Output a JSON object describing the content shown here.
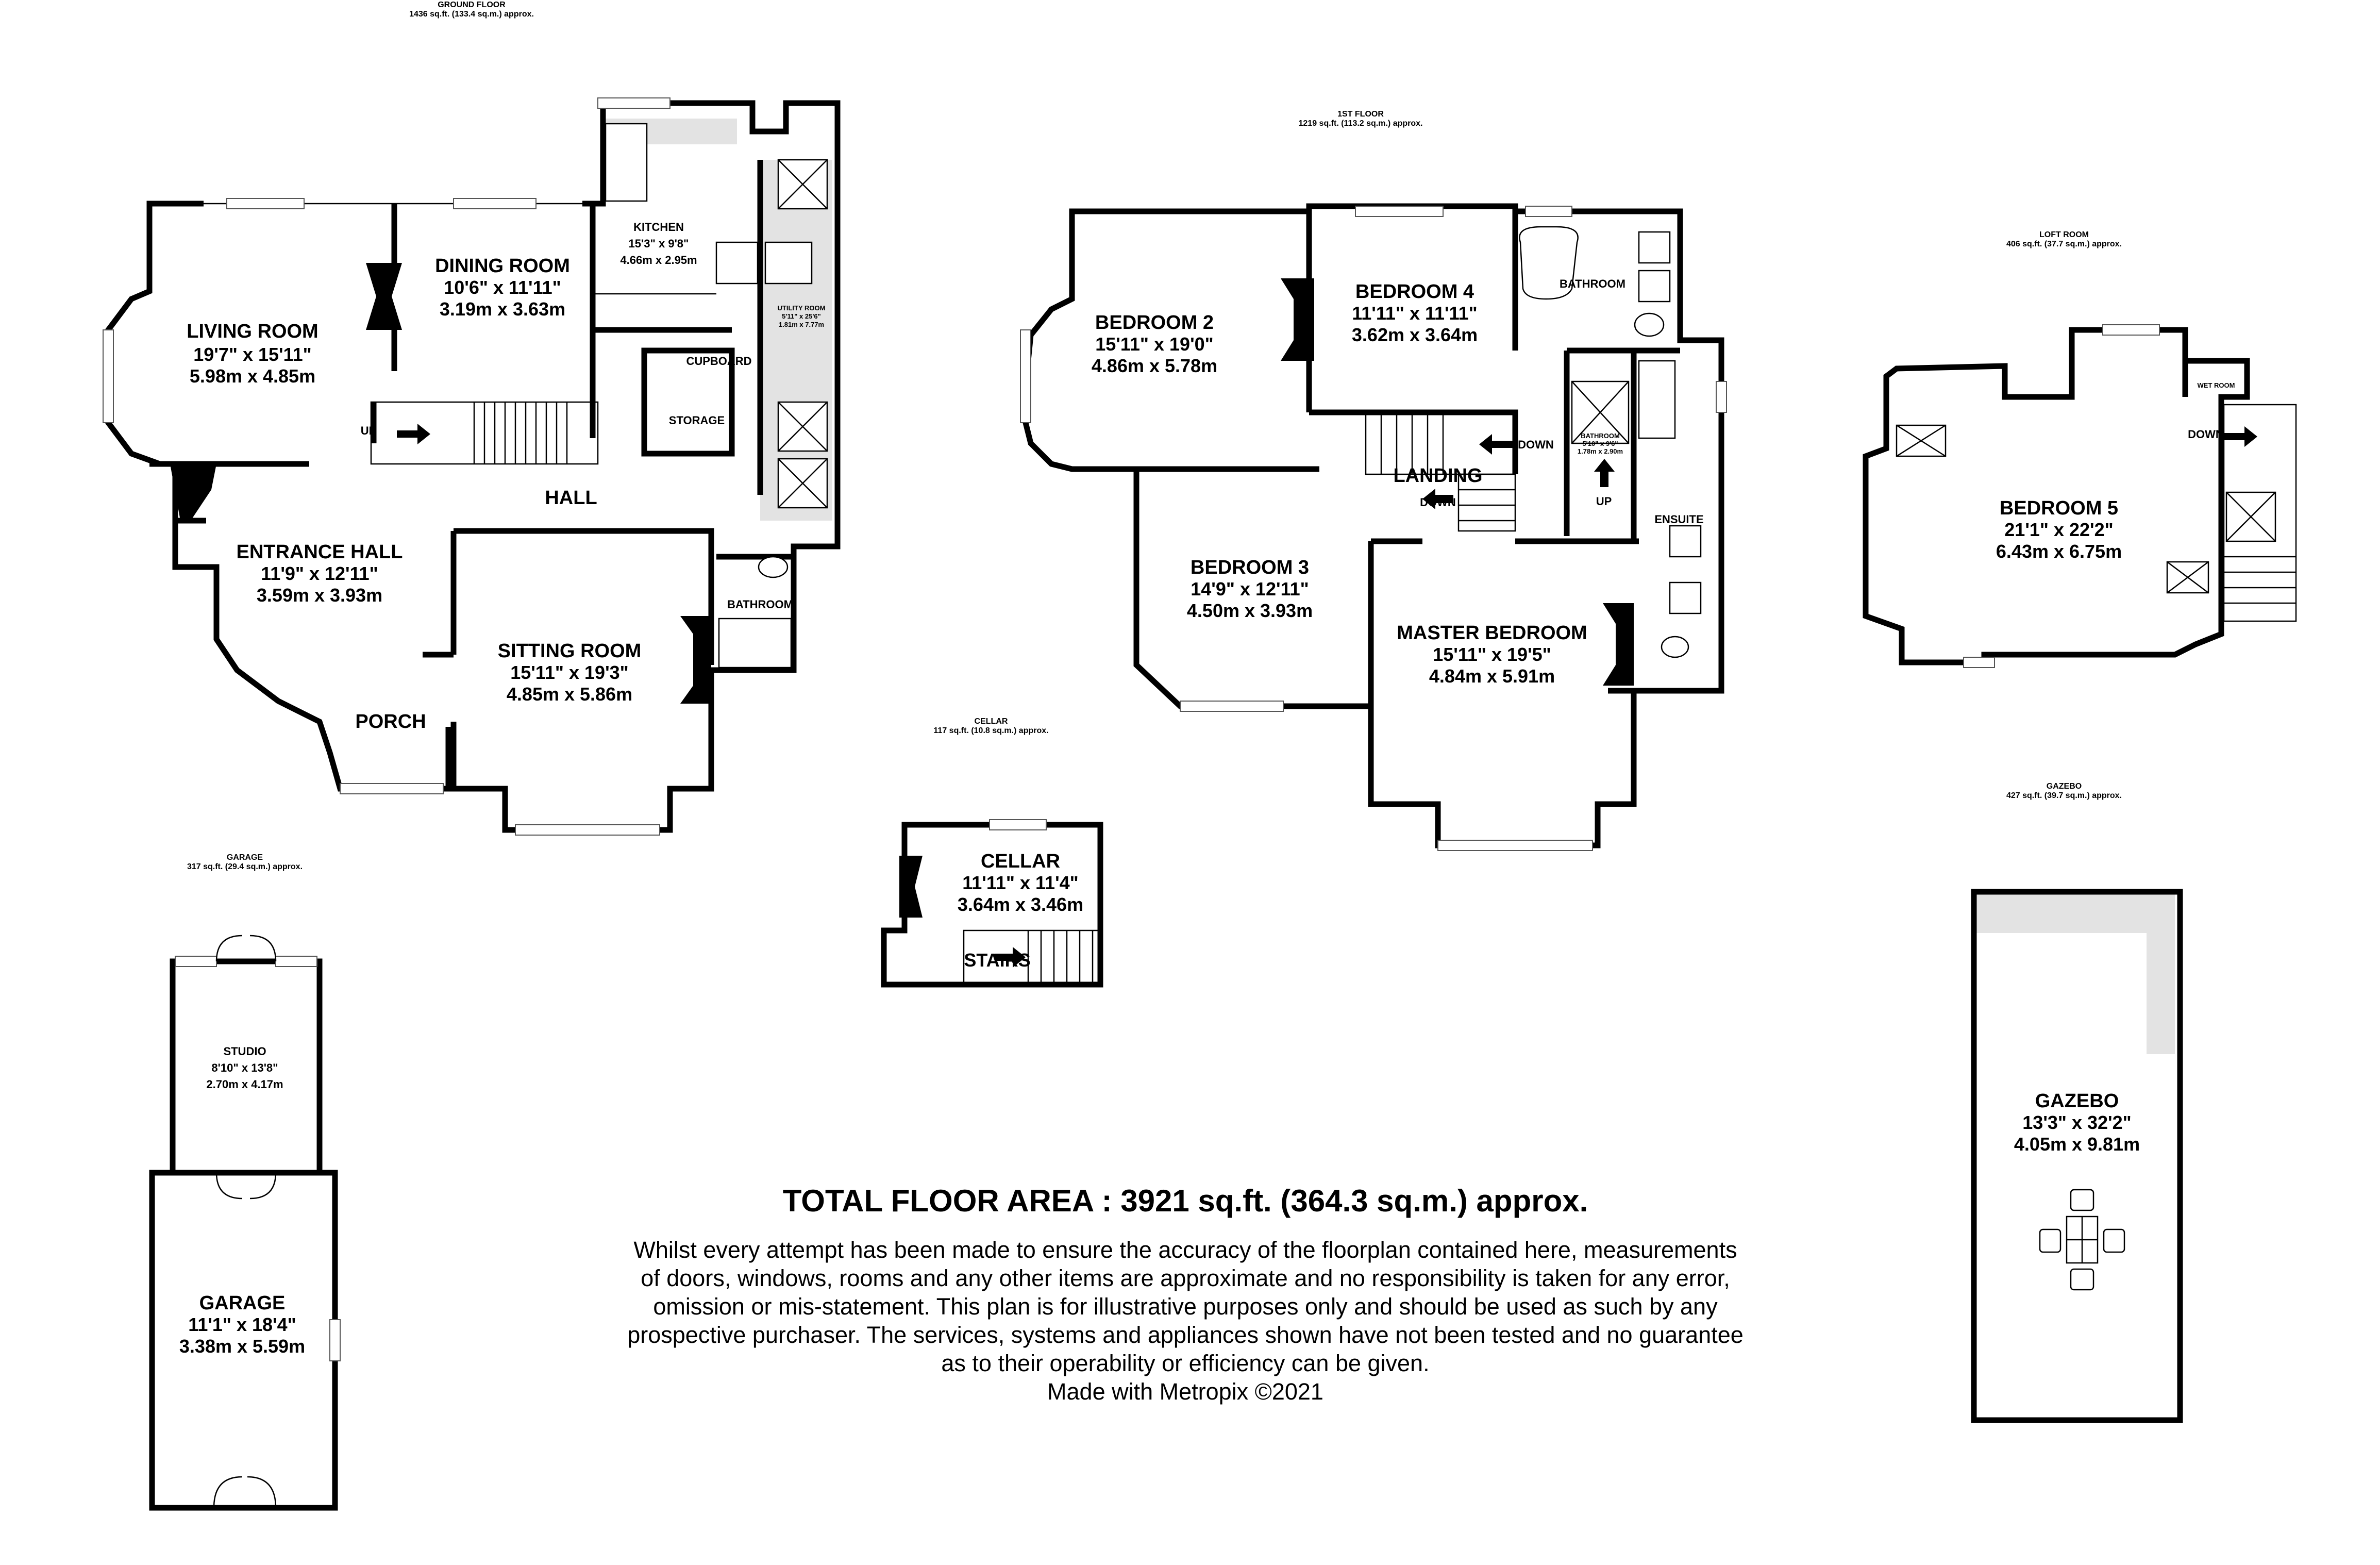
{
  "headers": {
    "ground": {
      "title": "GROUND FLOOR",
      "area": "1436 sq.ft. (133.4 sq.m.) approx."
    },
    "first": {
      "title": "1ST FLOOR",
      "area": "1219 sq.ft. (113.2 sq.m.) approx."
    },
    "loft": {
      "title": "LOFT ROOM",
      "area": "406 sq.ft. (37.7 sq.m.) approx."
    },
    "cellar": {
      "title": "CELLAR",
      "area": "117 sq.ft. (10.8 sq.m.) approx."
    },
    "garage": {
      "title": "GARAGE",
      "area": "317 sq.ft. (29.4 sq.m.) approx."
    },
    "gazebo": {
      "title": "GAZEBO",
      "area": "427 sq.ft. (39.7 sq.m.) approx."
    }
  },
  "rooms": {
    "living_room": {
      "name": "LIVING ROOM",
      "imperial": "19'7\"  x 15'11\"",
      "metric": "5.98m  x 4.85m"
    },
    "dining_room": {
      "name": "DINING ROOM",
      "imperial": "10'6\"  x 11'11\"",
      "metric": "3.19m  x 3.63m"
    },
    "kitchen": {
      "name": "KITCHEN",
      "imperial": "15'3\"  x 9'8\"",
      "metric": "4.66m  x 2.95m"
    },
    "utility": {
      "name": "UTILITY ROOM",
      "imperial": "5'11\" x 25'6\"",
      "metric": "1.81m  x 7.77m"
    },
    "cupboard": {
      "name": "CUPBOARD"
    },
    "storage": {
      "name": "STORAGE"
    },
    "hall": {
      "name": "HALL"
    },
    "entrance_hall": {
      "name": "ENTRANCE HALL",
      "imperial": "11'9\"  x 12'11\"",
      "metric": "3.59m  x 3.93m"
    },
    "sitting_room": {
      "name": "SITTING ROOM",
      "imperial": "15'11\"  x 19'3\"",
      "metric": "4.85m  x 5.86m"
    },
    "porch": {
      "name": "PORCH"
    },
    "ground_bathroom": {
      "name": "BATHROOM"
    },
    "bedroom2": {
      "name": "BEDROOM 2",
      "imperial": "15'11\"  x 19'0\"",
      "metric": "4.86m  x 5.78m"
    },
    "bedroom4": {
      "name": "BEDROOM 4",
      "imperial": "11'11\"  x 11'11\"",
      "metric": "3.62m  x 3.64m"
    },
    "first_bathroom": {
      "name": "BATHROOM"
    },
    "small_bathroom": {
      "name": "BATHROOM",
      "imperial": "5'10\" x 9'6\"",
      "metric": "1.78m x 2.90m"
    },
    "landing": {
      "name": "LANDING"
    },
    "bedroom3": {
      "name": "BEDROOM 3",
      "imperial": "14'9\"  x 12'11\"",
      "metric": "4.50m  x 3.93m"
    },
    "master": {
      "name": "MASTER BEDROOM",
      "imperial": "15'11\"  x 19'5\"",
      "metric": "4.84m  x 5.91m"
    },
    "ensuite": {
      "name": "ENSUITE"
    },
    "bedroom5": {
      "name": "BEDROOM 5",
      "imperial": "21'1\"  x 22'2\"",
      "metric": "6.43m  x 6.75m"
    },
    "wet_room": {
      "name": "WET ROOM"
    },
    "cellar": {
      "name": "CELLAR",
      "imperial": "11'11\"  x 11'4\"",
      "metric": "3.64m  x 3.46m"
    },
    "stairs": {
      "name": "STAIRS"
    },
    "studio": {
      "name": "STUDIO",
      "imperial": "8'10\"  x 13'8\"",
      "metric": "2.70m  x 4.17m"
    },
    "garage": {
      "name": "GARAGE",
      "imperial": "11'1\"  x 18'4\"",
      "metric": "3.38m  x 5.59m"
    },
    "gazebo": {
      "name": "GAZEBO",
      "imperial": "13'3\"  x 32'2\"",
      "metric": "4.05m  x 9.81m"
    }
  },
  "stair_labels": {
    "up": "UP",
    "down": "DOWN"
  },
  "total": "TOTAL FLOOR AREA : 3921 sq.ft. (364.3 sq.m.) approx.",
  "disclaimer": [
    "Whilst every attempt has been made to ensure the accuracy of the floorplan contained here, measurements",
    "of doors, windows, rooms and any other items are approximate and no responsibility is taken for any error,",
    "omission or mis-statement. This plan is for illustrative purposes only and should be used as such by any",
    "prospective purchaser. The services, systems and appliances shown have not been tested and no guarantee",
    "as to their operability or efficiency can be given.",
    "Made with Metropix ©2021"
  ]
}
